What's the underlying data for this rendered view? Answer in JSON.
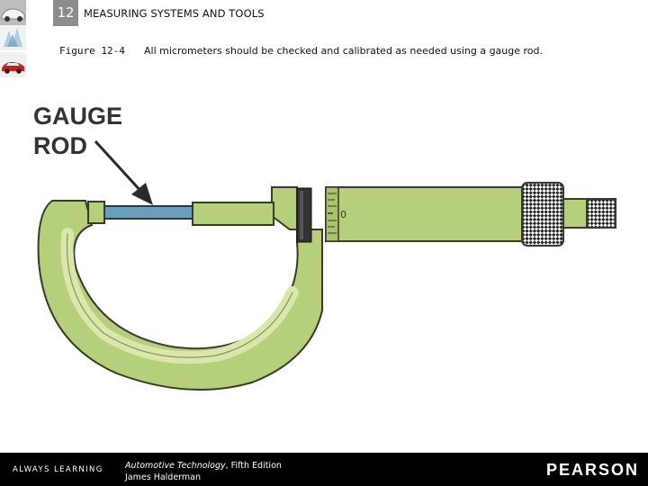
{
  "header": {
    "chapter_number": "12",
    "chapter_title": "MEASURING SYSTEMS AND TOOLS",
    "thumbnails": [
      "car-photo",
      "ice-crystal-photo",
      "red-car-photo"
    ]
  },
  "figure": {
    "label": "Figure 12-4",
    "caption": "All micrometers should be checked and calibrated as needed using a gauge rod.",
    "callout": "GAUGE\nROD",
    "thimble_mark": "0",
    "colors": {
      "frame": "#b5cf7a",
      "frame_stroke": "#3a3a2a",
      "gauge_rod": "#6a9fba",
      "knurl": "#222222"
    }
  },
  "footer": {
    "tagline": "ALWAYS LEARNING",
    "book_title": "Automotive Technology",
    "book_edition": ", Fifth Edition",
    "author": "James Halderman",
    "brand": "PEARSON"
  }
}
